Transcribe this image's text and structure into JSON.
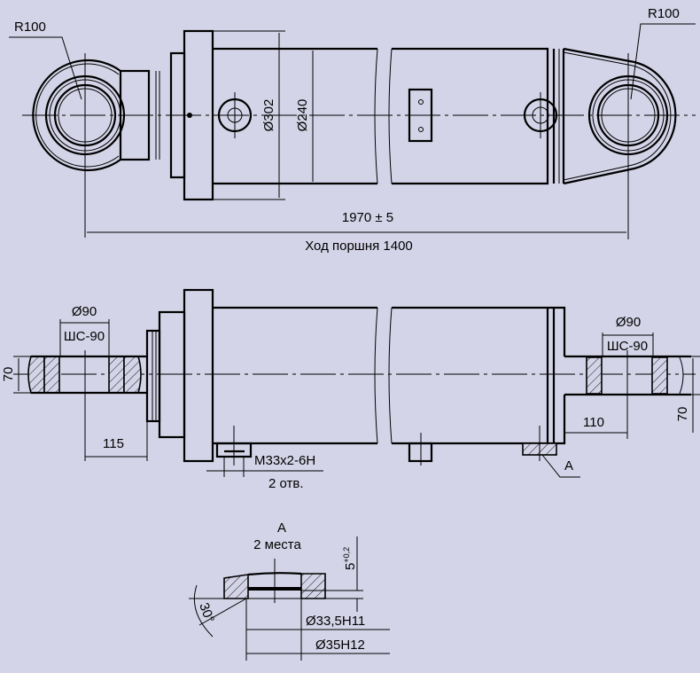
{
  "top_view": {
    "radius_left": "R100",
    "radius_right": "R100",
    "dia_outer": "Ø302",
    "dia_inner": "Ø240",
    "length": "1970 ± 5",
    "stroke": "Ход поршня 1400"
  },
  "side_view": {
    "left_bore": "Ø90",
    "left_bearing": "ШС-90",
    "left_width": "70",
    "left_offset": "115",
    "thread": "M33x2-6H",
    "holes": "2 отв.",
    "right_bore": "Ø90",
    "right_bearing": "ШС-90",
    "right_width": "70",
    "right_offset": "110",
    "detail_ref": "A"
  },
  "detail": {
    "title": "A",
    "subtitle": "2 места",
    "depth": "5",
    "depth_tol": "+0,2",
    "angle": "30°",
    "dia_1": "Ø33,5H11",
    "dia_2": "Ø35H12"
  },
  "colors": {
    "background": "#d4d4e8",
    "line": "#000000"
  }
}
